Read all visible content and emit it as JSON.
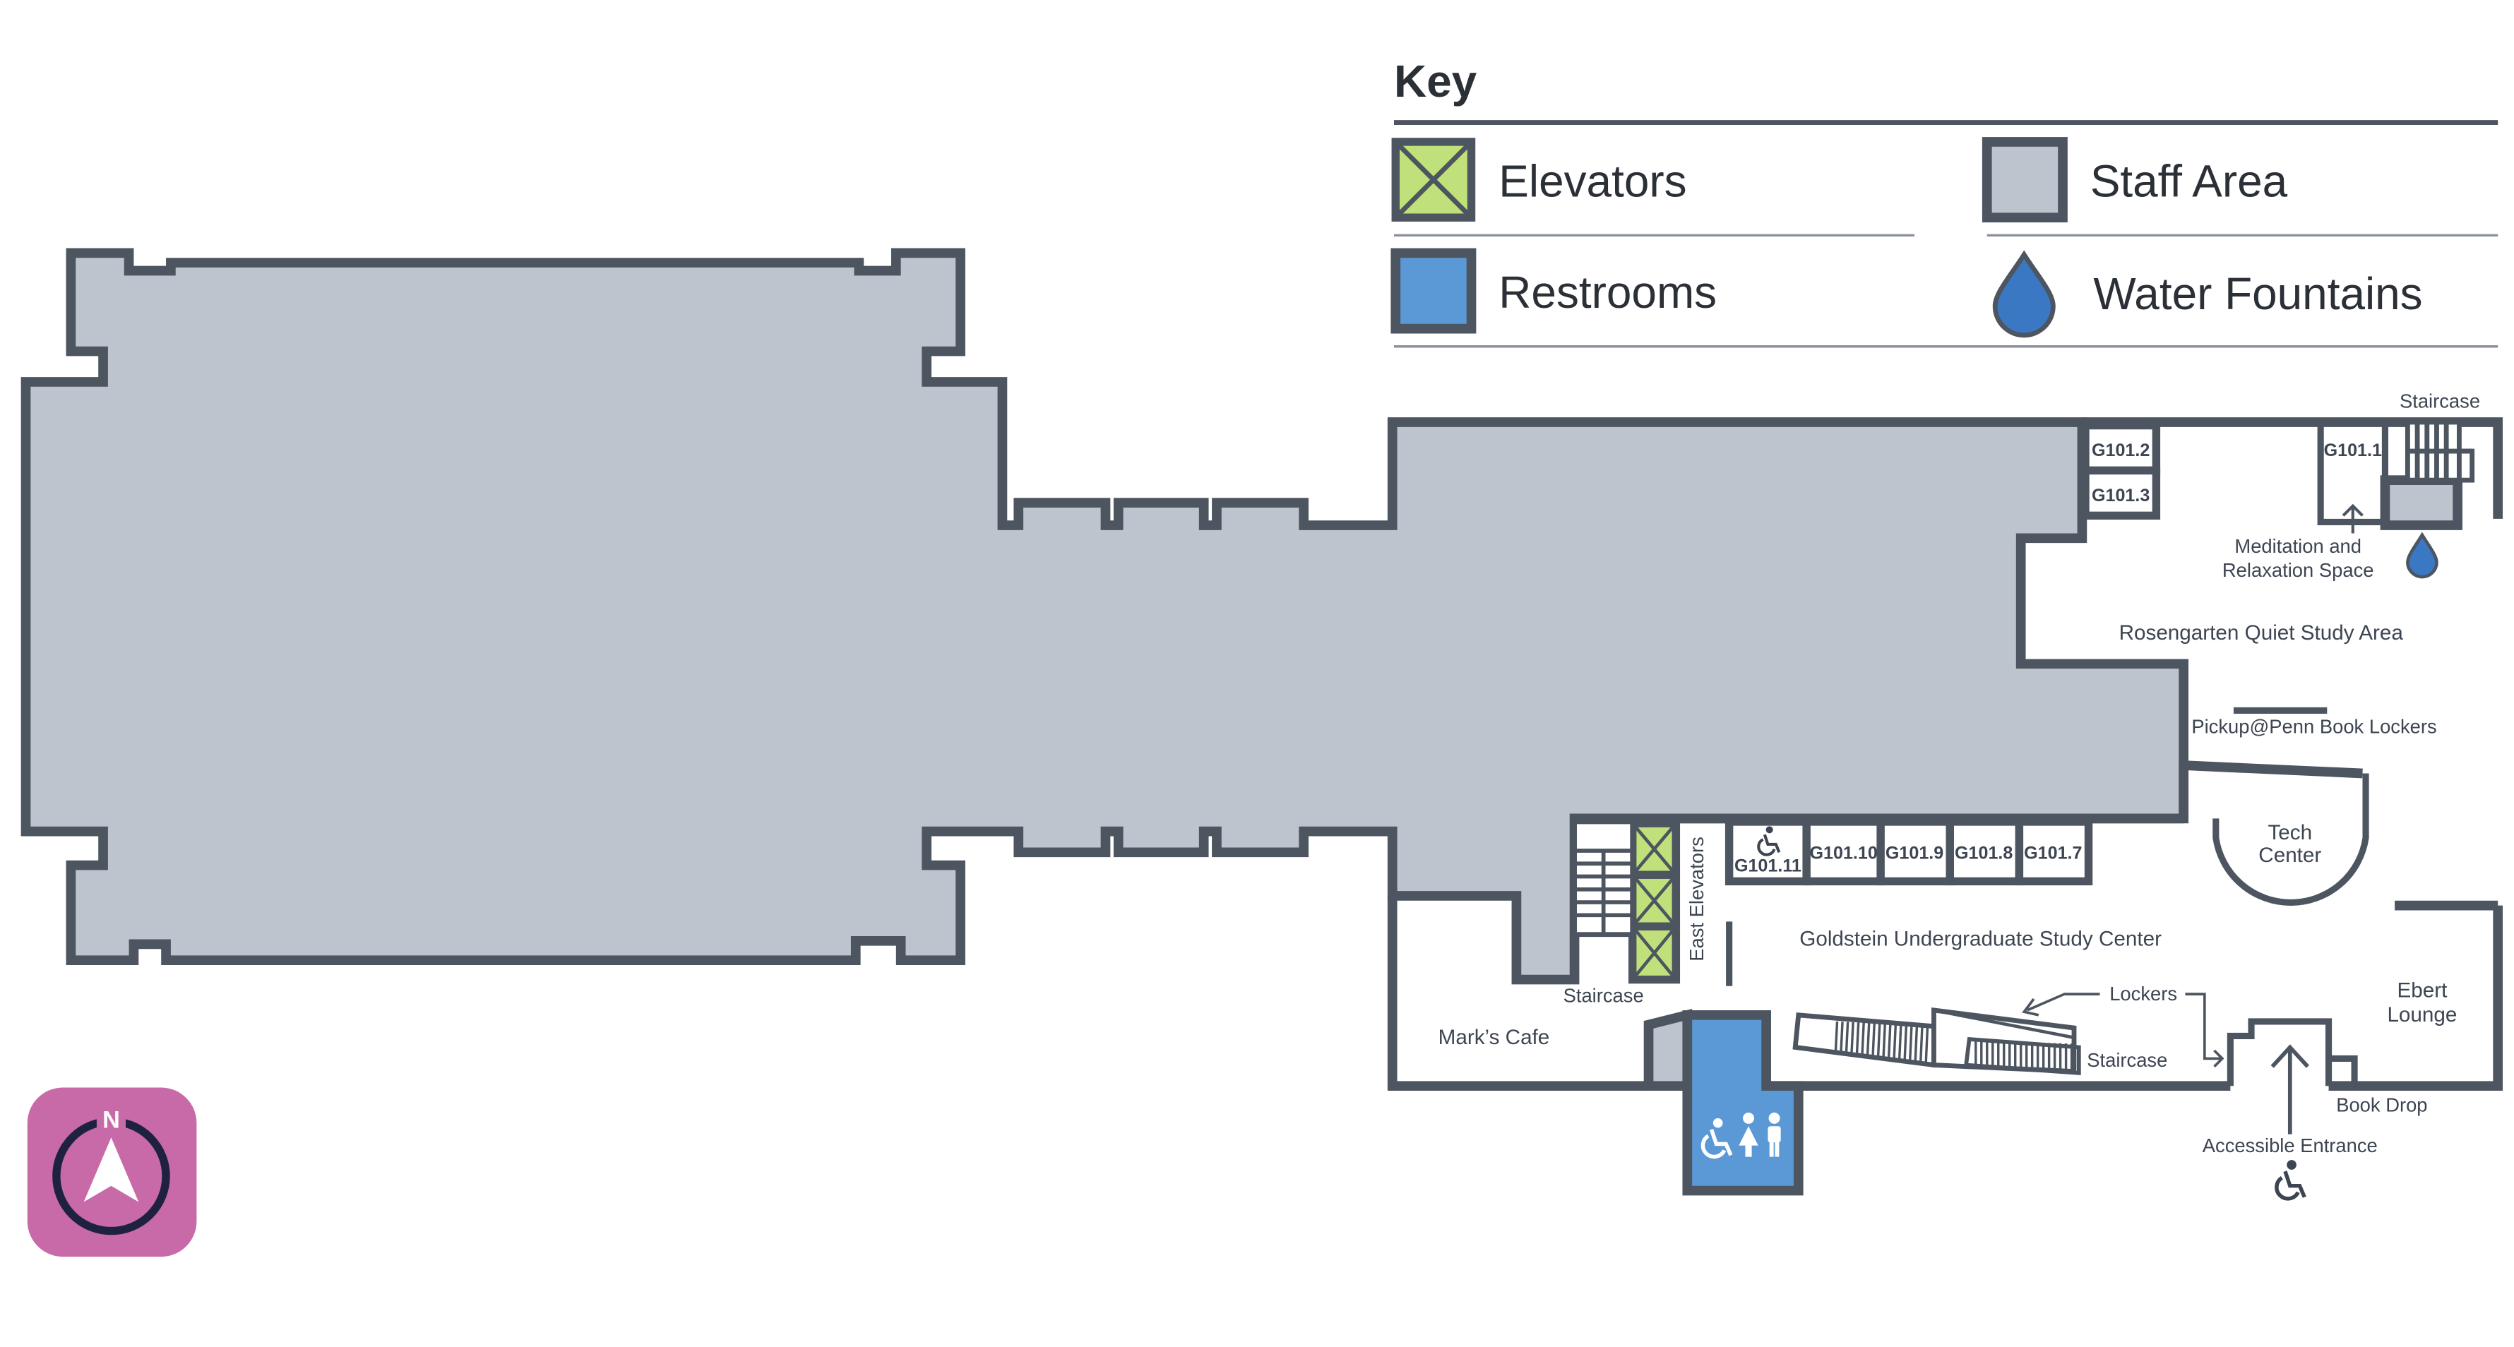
{
  "key": {
    "title": "Key",
    "elevators": "Elevators",
    "restrooms": "Restrooms",
    "staff_area": "Staff Area",
    "water_fountains": "Water Fountains"
  },
  "rooms": {
    "g101_2": "G101.2",
    "g101_3": "G101.3",
    "g101_1": "G101.1",
    "g101_11": "G101.11",
    "g101_10": "G101.10",
    "g101_9": "G101.9",
    "g101_8": "G101.8",
    "g101_7": "G101.7"
  },
  "labels": {
    "staircase_top": "Staircase",
    "meditation_1": "Meditation and",
    "meditation_2": "Relaxation Space",
    "rosengarten": "Rosengarten Quiet Study Area",
    "pickup": "Pickup@Penn Book Lockers",
    "tech_1": "Tech",
    "tech_2": "Center",
    "east_elevators": "East Elevators",
    "goldstein": "Goldstein Undergraduate Study Center",
    "ebert_1": "Ebert",
    "ebert_2": "Lounge",
    "staircase_left": "Staircase",
    "lockers": "Lockers",
    "marks_cafe": "Mark’s Cafe",
    "staircase_mid": "Staircase",
    "book_drop": "Book Drop",
    "accessible_entrance": "Accessible Entrance"
  },
  "compass": {
    "label": "N"
  },
  "colors": {
    "staff": "#bec4cd",
    "elevator": "#bfe07a",
    "restroom": "#5b98d6",
    "water": "#3b78c4",
    "compass": "#c86aa8",
    "wall": "#4d5560"
  },
  "icons": {
    "elevator": "elevator-icon",
    "restroom": "restroom-icon",
    "water": "water-drop-icon",
    "accessible": "wheelchair-icon",
    "compass": "north-arrow-icon"
  }
}
